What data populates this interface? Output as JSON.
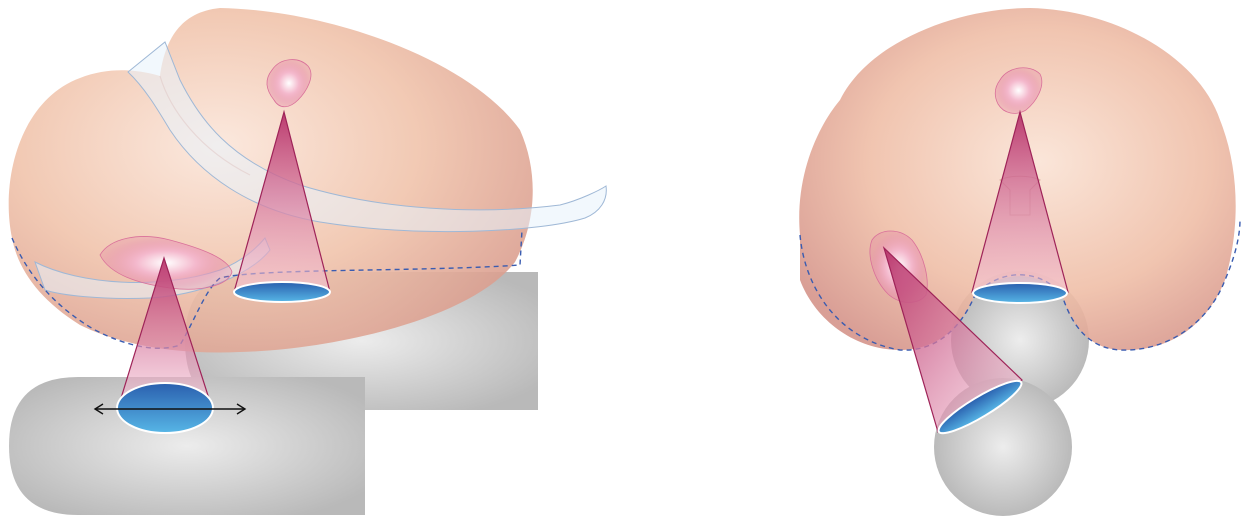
{
  "figure": {
    "panels": [
      {
        "view": "left",
        "elements": [
          "organ-body",
          "strap",
          "lesion-lower",
          "lesion-upper",
          "support-lower",
          "support-upper",
          "beam-lower",
          "beam-upper",
          "transducer-lower",
          "transducer-upper",
          "direction-arrow"
        ]
      },
      {
        "view": "right",
        "elements": [
          "organ-body",
          "lesion-left",
          "lesion-top",
          "support-ball-upper",
          "support-ball-lower",
          "beam-vertical",
          "beam-angled"
        ]
      }
    ]
  },
  "colors": {
    "skin_light": "#f6d9c9",
    "skin_mid": "#eebfa6",
    "skin_dark": "#d99a8a",
    "beam": "#b8336a",
    "transducer": "#2f6fb8",
    "support": "#c8c8c8",
    "strap": "#e8f2fb",
    "outline": "#3a5cb0"
  }
}
